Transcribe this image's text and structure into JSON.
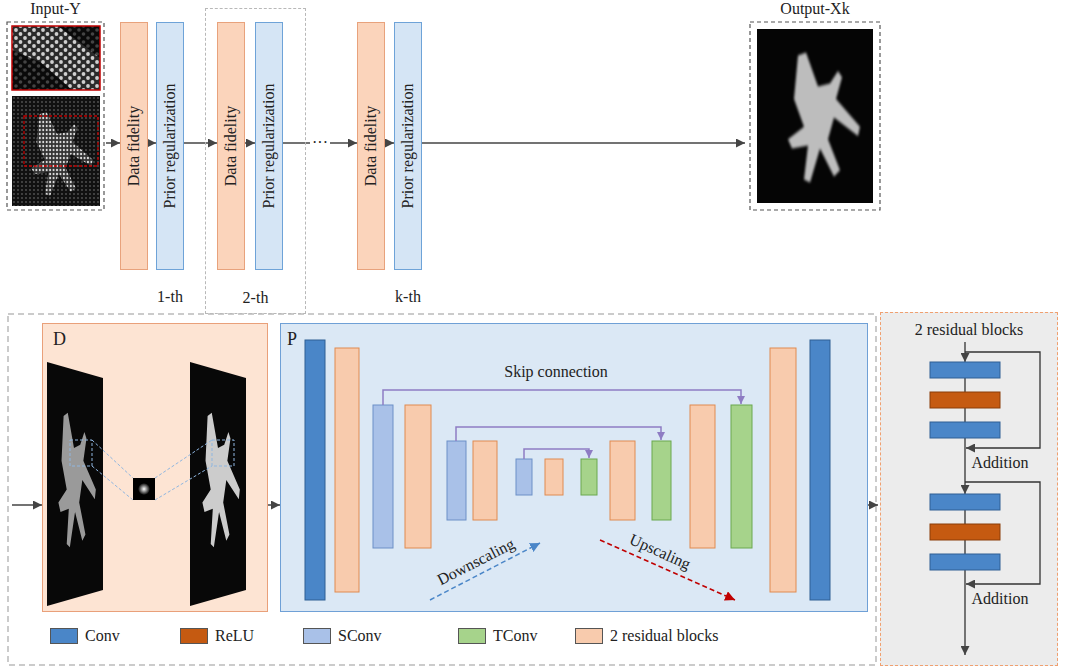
{
  "diagram": {
    "nodes": [
      {
        "text": [
          "Input-Y"
        ]
      },
      {
        "text": [
          "Data fidelity"
        ]
      },
      {
        "text": [
          "Prior regularization"
        ]
      },
      {
        "text": [
          "2-th"
        ]
      },
      {
        "text": [
          "Data fidelity"
        ],
        "in": 3
      },
      {
        "text": [
          "Prior regularization"
        ],
        "in": 3
      },
      {
        "text": [
          "Data fidelity"
        ]
      },
      {
        "text": [
          "Prior regularization"
        ]
      },
      {
        "text": [
          "Output-Xk"
        ]
      },
      {
        "text": [
          "D"
        ]
      },
      {
        "text": [
          "P"
        ]
      },
      {
        "text": [
          "2 residual blocks"
        ]
      }
    ],
    "edges": [
      {
        "from": 0,
        "to": 1,
        "arrow": "to"
      },
      {
        "from": 1,
        "to": 2,
        "arrow": "to"
      },
      {
        "from": 2,
        "to": 4,
        "arrow": "to"
      },
      {
        "from": 4,
        "to": 5,
        "arrow": "to"
      },
      {
        "from": 5,
        "to": 6,
        "label": "···",
        "arrow": "to"
      },
      {
        "from": 6,
        "to": 7,
        "arrow": "to"
      },
      {
        "from": 7,
        "to": 8,
        "arrow": "to"
      },
      {
        "from": 9,
        "to": 10,
        "arrow": "to"
      }
    ],
    "labels": [
      "1-th",
      "k-th",
      "Skip connection",
      "Downscaling",
      "Upscaling",
      "Addition",
      "Addition"
    ],
    "legend": [
      {
        "text": "Conv",
        "color": "#4a86c8"
      },
      {
        "text": "ReLU",
        "color": "#c55a11"
      },
      {
        "text": "SConv",
        "color": "#a9c1e8"
      },
      {
        "text": "TConv",
        "color": "#a6d38b"
      },
      {
        "text": "2 residual blocks",
        "color": "#f8cbad"
      }
    ]
  }
}
